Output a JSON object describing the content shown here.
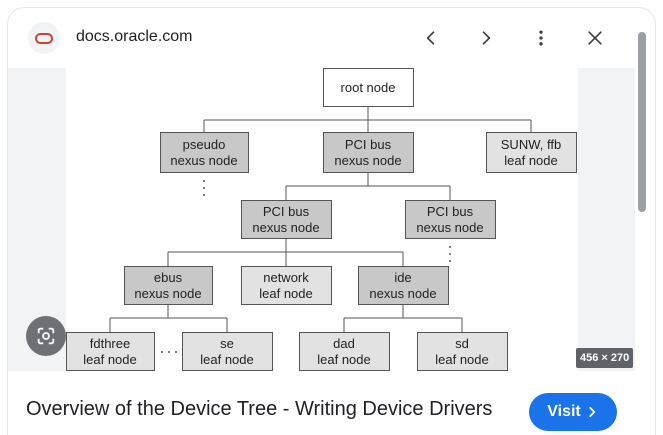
{
  "header": {
    "site_name": "docs.oracle.com",
    "site_logo_icon": "oracle-logo-icon",
    "prev_icon": "chevron-left-icon",
    "next_icon": "chevron-right-icon",
    "more_icon": "more-vert-icon",
    "close_icon": "close-icon"
  },
  "image": {
    "dimensions_badge": "456 × 270",
    "lens_icon": "google-lens-icon",
    "diagram_nodes": [
      {
        "id": "root",
        "lines": [
          "root node"
        ],
        "fill": "#ffffff"
      },
      {
        "id": "pseudo",
        "lines": [
          "pseudo",
          "nexus node"
        ],
        "fill": "#c8c8c8"
      },
      {
        "id": "pci1",
        "lines": [
          "PCI bus",
          "nexus node"
        ],
        "fill": "#c8c8c8"
      },
      {
        "id": "sunw",
        "lines": [
          "SUNW, ffb",
          "leaf node"
        ],
        "fill": "#e2e2e2"
      },
      {
        "id": "pci2",
        "lines": [
          "PCI bus",
          "nexus node"
        ],
        "fill": "#c8c8c8"
      },
      {
        "id": "pci3",
        "lines": [
          "PCI bus",
          "nexus node"
        ],
        "fill": "#c8c8c8"
      },
      {
        "id": "ebus",
        "lines": [
          "ebus",
          "nexus node"
        ],
        "fill": "#c8c8c8"
      },
      {
        "id": "network",
        "lines": [
          "network",
          "leaf node"
        ],
        "fill": "#e2e2e2"
      },
      {
        "id": "ide",
        "lines": [
          "ide",
          "nexus node"
        ],
        "fill": "#c8c8c8"
      },
      {
        "id": "fdthree",
        "lines": [
          "fdthree",
          "leaf node"
        ],
        "fill": "#e2e2e2"
      },
      {
        "id": "se",
        "lines": [
          "se",
          "leaf node"
        ],
        "fill": "#e2e2e2"
      },
      {
        "id": "dad",
        "lines": [
          "dad",
          "leaf node"
        ],
        "fill": "#e2e2e2"
      },
      {
        "id": "sd",
        "lines": [
          "sd",
          "leaf node"
        ],
        "fill": "#e2e2e2"
      }
    ]
  },
  "footer": {
    "title": "Overview of the Device Tree - Writing Device Drivers",
    "visit_label": "Visit",
    "visit_icon": "chevron-right-icon",
    "accent_color": "#1a73e8"
  }
}
